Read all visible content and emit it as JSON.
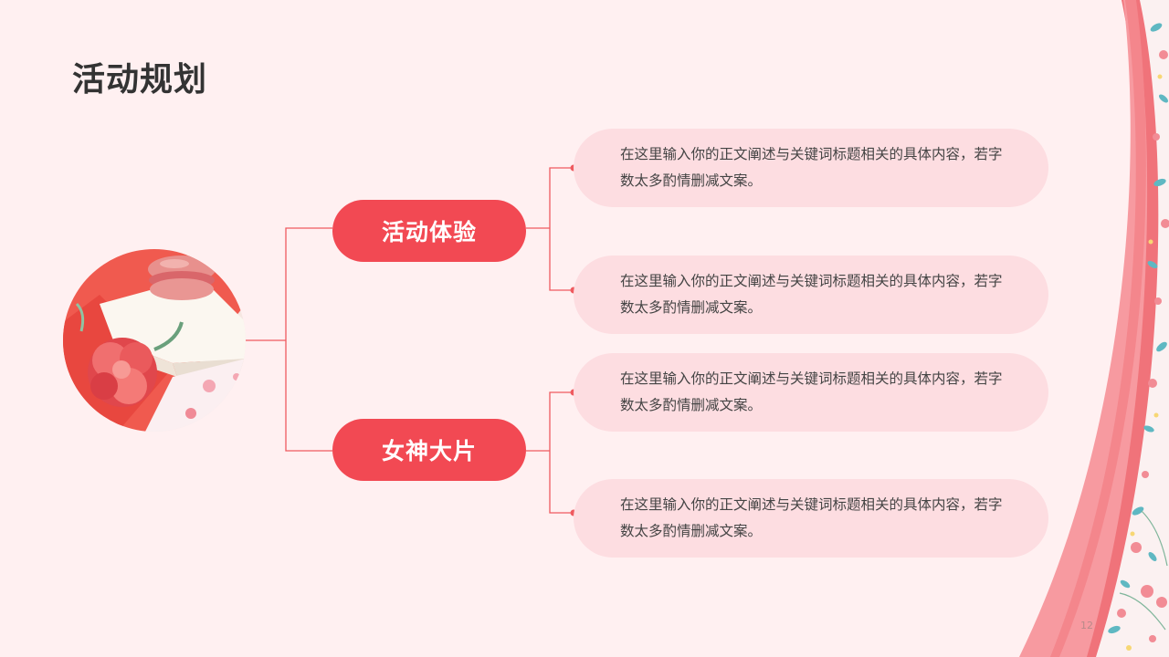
{
  "slide": {
    "title": "活动规划",
    "page_number": "12"
  },
  "branches": [
    {
      "label": "活动体验",
      "items": [
        "在这里输入你的正文阐述与关键词标题相关的具体内容，若字数太多酌情删减文案。",
        "在这里输入你的正文阐述与关键词标题相关的具体内容，若字数太多酌情删减文案。"
      ]
    },
    {
      "label": "女神大片",
      "items": [
        "在这里输入你的正文阐述与关键词标题相关的具体内容，若字数太多酌情删减文案。",
        "在这里输入你的正文阐述与关键词标题相关的具体内容，若字数太多酌情删减文案。"
      ]
    }
  ],
  "icons": {
    "photo": "macaron-carnation-photo",
    "decoration": "floral-border-decoration"
  },
  "colors": {
    "background": "#fff0f1",
    "accent": "#f24953",
    "connector": "#ef5a5f",
    "box_fill": "#fddde1",
    "title_text": "#333333",
    "body_text": "#444444"
  }
}
